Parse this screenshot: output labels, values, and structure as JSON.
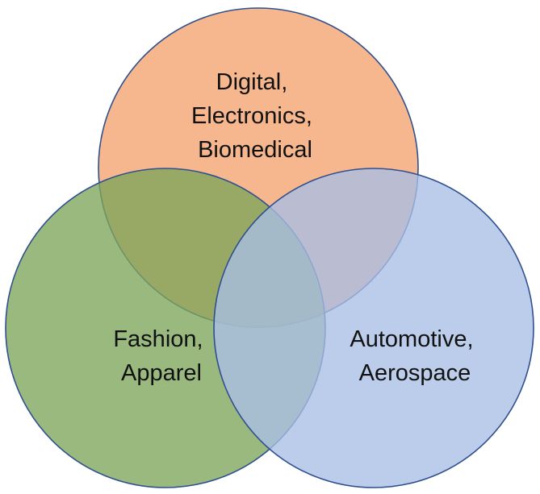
{
  "diagram": {
    "type": "venn",
    "sets": [
      {
        "id": "top",
        "lines": [
          "Digital,",
          "Electronics,",
          "Biomedical"
        ],
        "fill": "#f4a775",
        "opacity": 0.82
      },
      {
        "id": "left",
        "lines": [
          "Fashion,",
          "Apparel"
        ],
        "fill": "#7ea55b",
        "opacity": 0.78
      },
      {
        "id": "right",
        "lines": [
          "Automotive,",
          "Aerospace"
        ],
        "fill": "#a9bfe6",
        "opacity": 0.78
      }
    ],
    "outline_color": "#2f4f8f"
  }
}
